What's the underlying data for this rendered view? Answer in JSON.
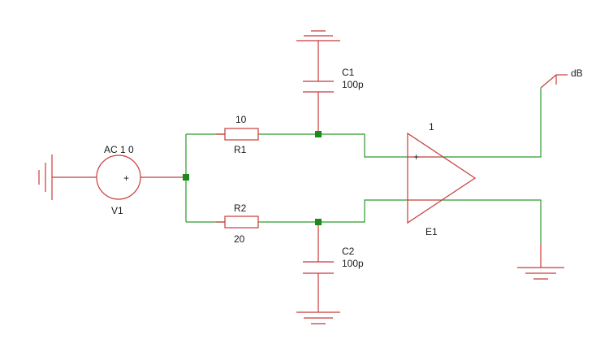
{
  "colors": {
    "wire": "#2e9a2e",
    "component": "#c83a3a",
    "node": "#1a8a1a",
    "text": "#1a1a1a"
  },
  "components": {
    "source": {
      "name": "V1",
      "value": "AC 1 0",
      "plus": "+"
    },
    "r1": {
      "name": "R1",
      "value": "10"
    },
    "r2": {
      "name": "R2",
      "value": "20"
    },
    "c1": {
      "name": "C1",
      "value": "100p"
    },
    "c2": {
      "name": "C2",
      "value": "100p"
    },
    "amp": {
      "name": "E1",
      "gain": "1",
      "plus": "+"
    },
    "probe": {
      "label": "dB"
    }
  }
}
